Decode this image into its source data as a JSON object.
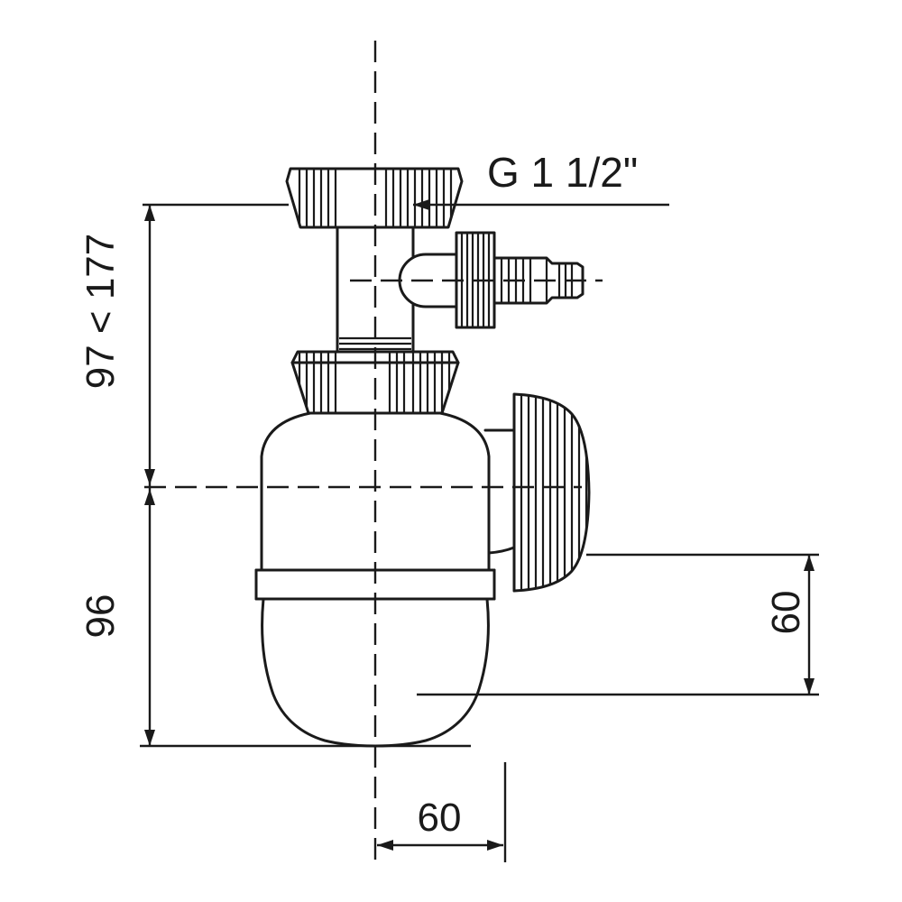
{
  "drawing": {
    "labels": {
      "thread_size": "G 1 1/2\"",
      "dim_total_height": "97 < 177",
      "dim_lower_height": "96",
      "dim_outlet_height": "60",
      "dim_bottom_offset": "60"
    },
    "colors": {
      "line": "#1a1a1a",
      "background": "#ffffff"
    }
  }
}
